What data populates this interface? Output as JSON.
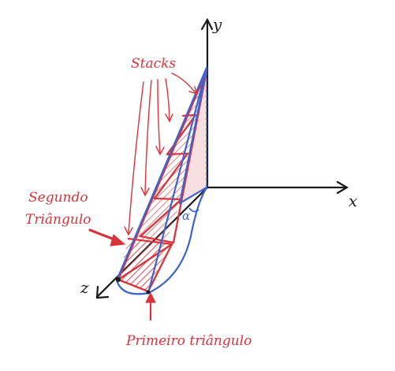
{
  "axes": {
    "y_label": "y",
    "x_label": "x",
    "z_label": "z"
  },
  "annotations": {
    "stacks": "Stacks",
    "segundo_triangulo_line1": "Segundo",
    "segundo_triangulo_line2": "Triângulo",
    "primeiro_triangulo": "Primeiro triângulo",
    "angle_symbol": "α"
  },
  "colors": {
    "axis": "#1a1a1a",
    "red": "#d9333b",
    "blue": "#3b63d1"
  }
}
